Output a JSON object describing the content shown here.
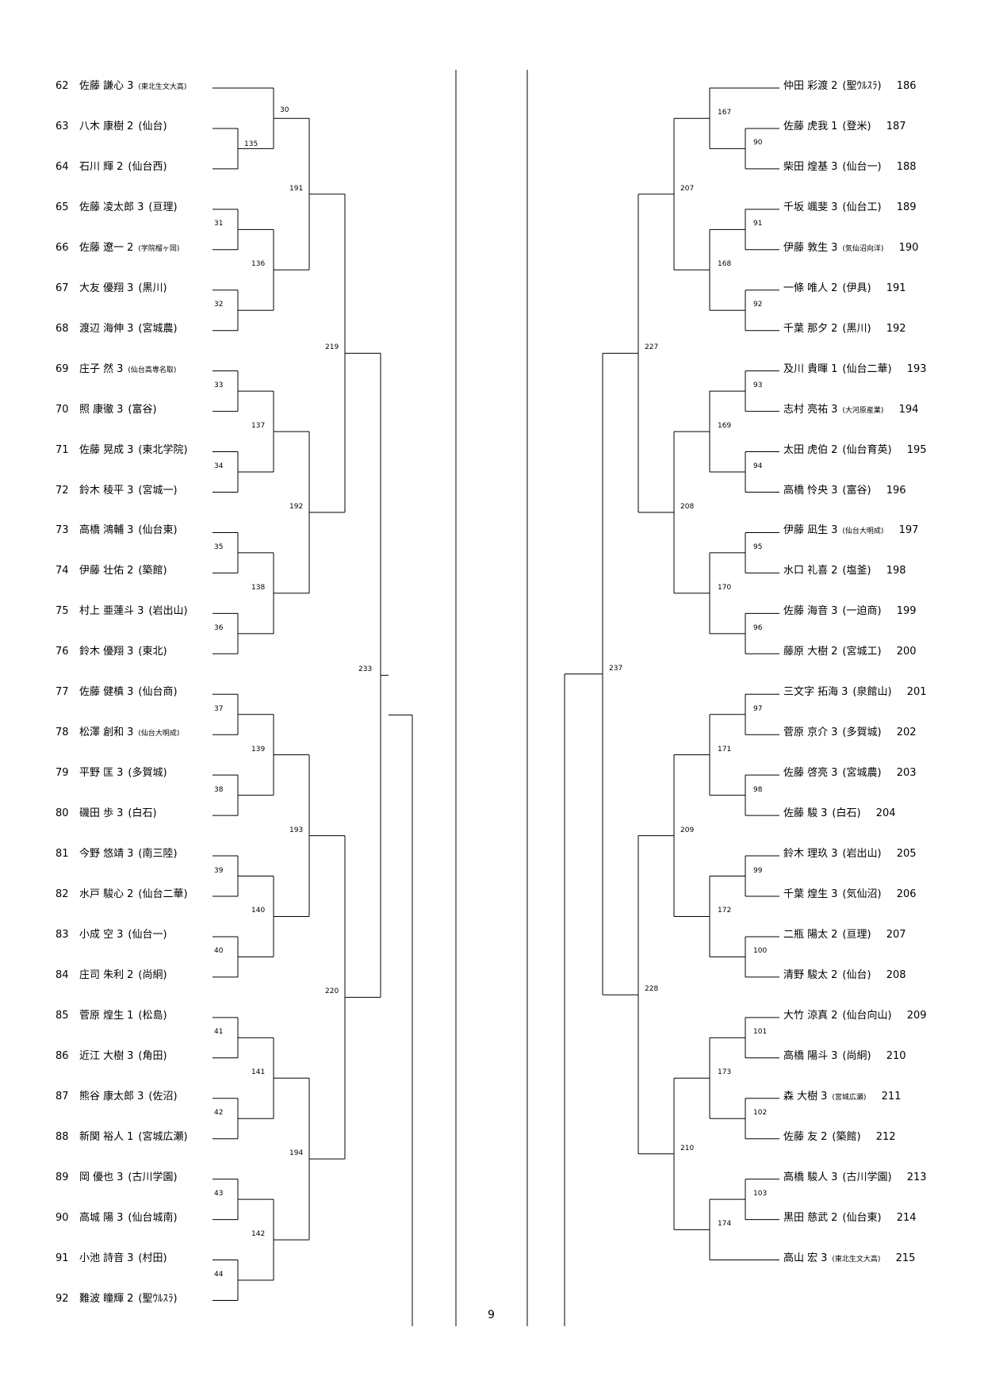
{
  "page": {
    "page_number": "9"
  },
  "left": {
    "players": [
      {
        "seed": "62",
        "name": "佐藤 謙心",
        "grade": "3",
        "school": "(東北生文大高)",
        "small": true
      },
      {
        "seed": "63",
        "name": "八木 康樹",
        "grade": "2",
        "school": "(仙台)"
      },
      {
        "seed": "64",
        "name": "石川 輝",
        "grade": "2",
        "school": "(仙台西)"
      },
      {
        "seed": "65",
        "name": "佐藤 凌太郎",
        "grade": "3",
        "school": "(亘理)"
      },
      {
        "seed": "66",
        "name": "佐藤 遼一",
        "grade": "2",
        "school": "(学院榴ヶ岡)",
        "small": true
      },
      {
        "seed": "67",
        "name": "大友 優翔",
        "grade": "3",
        "school": "(黒川)"
      },
      {
        "seed": "68",
        "name": "渡辺 海伸",
        "grade": "3",
        "school": "(宮城農)"
      },
      {
        "seed": "69",
        "name": "庄子 然",
        "grade": "3",
        "school": "(仙台高専名取)",
        "small": true
      },
      {
        "seed": "70",
        "name": "照 康徹",
        "grade": "3",
        "school": "(富谷)"
      },
      {
        "seed": "71",
        "name": "佐藤 晃成",
        "grade": "3",
        "school": "(東北学院)"
      },
      {
        "seed": "72",
        "name": "鈴木 稜平",
        "grade": "3",
        "school": "(宮城一)"
      },
      {
        "seed": "73",
        "name": "高橋 鴻輔",
        "grade": "3",
        "school": "(仙台東)"
      },
      {
        "seed": "74",
        "name": "伊藤 壮佑",
        "grade": "2",
        "school": "(築館)"
      },
      {
        "seed": "75",
        "name": "村上 亜蓮斗",
        "grade": "3",
        "school": "(岩出山)"
      },
      {
        "seed": "76",
        "name": "鈴木 優翔",
        "grade": "3",
        "school": "(東北)"
      },
      {
        "seed": "77",
        "name": "佐藤 健槙",
        "grade": "3",
        "school": "(仙台商)"
      },
      {
        "seed": "78",
        "name": "松澤 創和",
        "grade": "3",
        "school": "(仙台大明成)",
        "small": true
      },
      {
        "seed": "79",
        "name": "平野 匡",
        "grade": "3",
        "school": "(多賀城)"
      },
      {
        "seed": "80",
        "name": "磯田 歩",
        "grade": "3",
        "school": "(白石)"
      },
      {
        "seed": "81",
        "name": "今野 悠靖",
        "grade": "3",
        "school": "(南三陸)"
      },
      {
        "seed": "82",
        "name": "水戸 駿心",
        "grade": "2",
        "school": "(仙台二華)"
      },
      {
        "seed": "83",
        "name": "小成 空",
        "grade": "3",
        "school": "(仙台一)"
      },
      {
        "seed": "84",
        "name": "庄司 朱利",
        "grade": "2",
        "school": "(尚絅)"
      },
      {
        "seed": "85",
        "name": "菅原 煌生",
        "grade": "1",
        "school": "(松島)"
      },
      {
        "seed": "86",
        "name": "近江 大樹",
        "grade": "3",
        "school": "(角田)"
      },
      {
        "seed": "87",
        "name": "熊谷 康太郎",
        "grade": "3",
        "school": "(佐沼)"
      },
      {
        "seed": "88",
        "name": "新関 裕人",
        "grade": "1",
        "school": "(宮城広瀬)"
      },
      {
        "seed": "89",
        "name": "岡 優也",
        "grade": "3",
        "school": "(古川学園)"
      },
      {
        "seed": "90",
        "name": "高城 陽",
        "grade": "3",
        "school": "(仙台城南)"
      },
      {
        "seed": "91",
        "name": "小池 詩音",
        "grade": "3",
        "school": "(村田)"
      },
      {
        "seed": "92",
        "name": "難波 瞳輝",
        "grade": "2",
        "school": "(聖ｳﾙｽﾗ)"
      }
    ],
    "r1": [
      "135",
      "30",
      "31",
      "136",
      "32",
      "33",
      "137",
      "34",
      "35",
      "138",
      "36",
      "37",
      "139",
      "38",
      "39",
      "140",
      "40",
      "41",
      "141",
      "42",
      "43",
      "142",
      "44"
    ],
    "r3": [
      "191",
      "192",
      "193",
      "194"
    ],
    "r4": [
      "219",
      "220"
    ],
    "r5": "233"
  },
  "right": {
    "players": [
      {
        "seed": "186",
        "name": "仲田 彩渡",
        "grade": "2",
        "school": "(聖ｳﾙｽﾗ)"
      },
      {
        "seed": "187",
        "name": "佐藤 虎我",
        "grade": "1",
        "school": "(登米)"
      },
      {
        "seed": "188",
        "name": "柴田 煌基",
        "grade": "3",
        "school": "(仙台一)"
      },
      {
        "seed": "189",
        "name": "千坂 颯斐",
        "grade": "3",
        "school": "(仙台工)"
      },
      {
        "seed": "190",
        "name": "伊藤 敦生",
        "grade": "3",
        "school": "(気仙沼向洋)",
        "small": true
      },
      {
        "seed": "191",
        "name": "一條 唯人",
        "grade": "2",
        "school": "(伊具)"
      },
      {
        "seed": "192",
        "name": "千葉 那夕",
        "grade": "2",
        "school": "(黒川)"
      },
      {
        "seed": "193",
        "name": "及川 貴暉",
        "grade": "1",
        "school": "(仙台二華)"
      },
      {
        "seed": "194",
        "name": "志村 亮祐",
        "grade": "3",
        "school": "(大河原産業)",
        "small": true
      },
      {
        "seed": "195",
        "name": "太田 虎伯",
        "grade": "2",
        "school": "(仙台育英)"
      },
      {
        "seed": "196",
        "name": "高橋 怜央",
        "grade": "3",
        "school": "(富谷)"
      },
      {
        "seed": "197",
        "name": "伊藤 凪生",
        "grade": "3",
        "school": "(仙台大明成)",
        "small": true
      },
      {
        "seed": "198",
        "name": "水口 礼喜",
        "grade": "2",
        "school": "(塩釜)"
      },
      {
        "seed": "199",
        "name": "佐藤 海音",
        "grade": "3",
        "school": "(一迫商)"
      },
      {
        "seed": "200",
        "name": "藤原 大樹",
        "grade": "2",
        "school": "(宮城工)"
      },
      {
        "seed": "201",
        "name": "三文字 拓海",
        "grade": "3",
        "school": "(泉館山)"
      },
      {
        "seed": "202",
        "name": "菅原 京介",
        "grade": "3",
        "school": "(多賀城)"
      },
      {
        "seed": "203",
        "name": "佐藤 啓亮",
        "grade": "3",
        "school": "(宮城農)"
      },
      {
        "seed": "204",
        "name": "佐藤 駿",
        "grade": "3",
        "school": "(白石)"
      },
      {
        "seed": "205",
        "name": "鈴木 理玖",
        "grade": "3",
        "school": "(岩出山)"
      },
      {
        "seed": "206",
        "name": "千葉 煌生",
        "grade": "3",
        "school": "(気仙沼)"
      },
      {
        "seed": "207",
        "name": "二瓶 陽太",
        "grade": "2",
        "school": "(亘理)"
      },
      {
        "seed": "208",
        "name": "清野 駿太",
        "grade": "2",
        "school": "(仙台)"
      },
      {
        "seed": "209",
        "name": "大竹 涼真",
        "grade": "2",
        "school": "(仙台向山)"
      },
      {
        "seed": "210",
        "name": "高橋 陽斗",
        "grade": "3",
        "school": "(尚絅)"
      },
      {
        "seed": "211",
        "name": "森 大樹",
        "grade": "3",
        "school": "(宮城広瀬)",
        "small": true
      },
      {
        "seed": "212",
        "name": "佐藤 友",
        "grade": "2",
        "school": "(築館)"
      },
      {
        "seed": "213",
        "name": "高橋 駿人",
        "grade": "3",
        "school": "(古川学園)"
      },
      {
        "seed": "214",
        "name": "黒田 慈武",
        "grade": "2",
        "school": "(仙台東)"
      },
      {
        "seed": "215",
        "name": "高山 宏",
        "grade": "3",
        "school": "(東北生文大高)",
        "small": true
      }
    ],
    "r1": [
      "167",
      "90",
      "91",
      "168",
      "92",
      "93",
      "169",
      "94",
      "95",
      "170",
      "96",
      "97",
      "171",
      "98",
      "99",
      "172",
      "100",
      "101",
      "173",
      "102",
      "103",
      "174"
    ],
    "r3": [
      "207",
      "208",
      "209",
      "210"
    ],
    "r4": [
      "227",
      "228"
    ],
    "r5": "237"
  }
}
